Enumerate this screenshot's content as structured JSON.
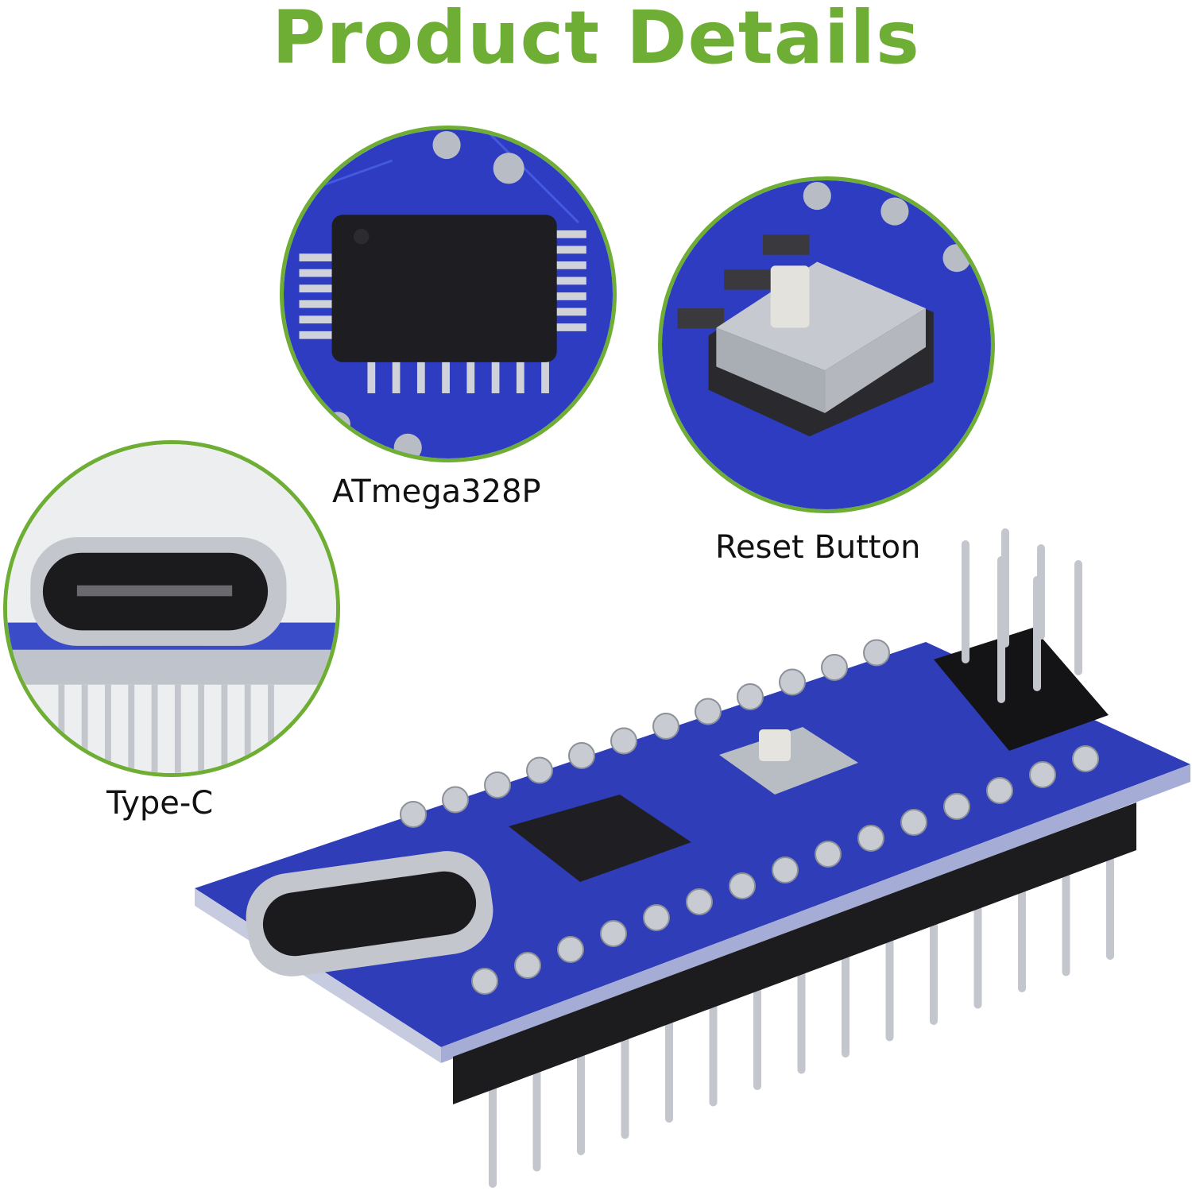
{
  "title": "Product Details",
  "callouts": [
    {
      "label": "ATmega328P",
      "icon": "chip-closeup"
    },
    {
      "label": "Reset Button",
      "icon": "reset-button-closeup"
    },
    {
      "label": "Type-C",
      "icon": "usb-type-c-closeup"
    }
  ],
  "colors": {
    "accent": "#6fae34",
    "pcb": "#2f3db8",
    "chip": "#222222",
    "metal": "#c9ccd3"
  }
}
